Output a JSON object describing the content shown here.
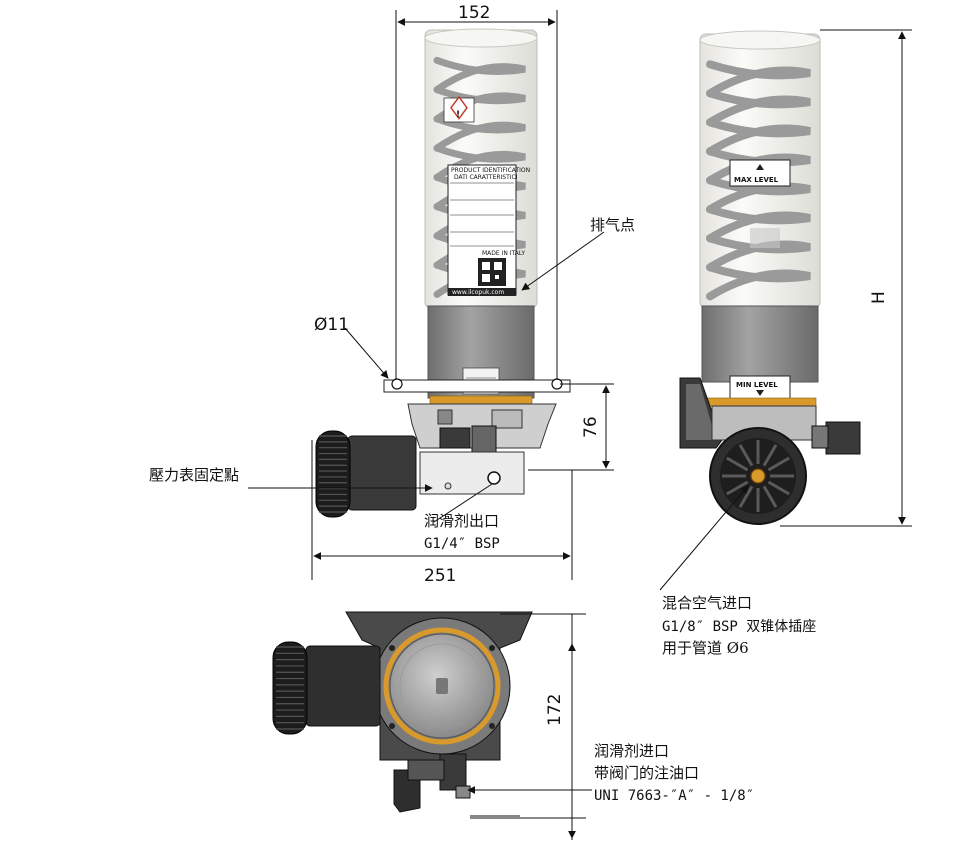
{
  "dimensions": {
    "width_top": "152",
    "bolt_hole": "Ø11",
    "height_base": "76",
    "width_total": "251",
    "height_side": "H",
    "depth_bottom": "172"
  },
  "callouts": {
    "vent_point": "排气点",
    "gauge_mount": "壓力表固定點",
    "lube_outlet": {
      "line1": "润滑剂出口",
      "line2": "G1/4″ BSP"
    },
    "air_inlet": {
      "line1": "混合空气进口",
      "line2": "G1/8″ BSP 双锥体插座",
      "line3": "用于管道 Ø6"
    },
    "lube_inlet": {
      "line1": "润滑剂进口",
      "line2": "带阀门的注油口",
      "line3": "UNI 7663-″A″ - 1/8″"
    }
  },
  "level_labels": {
    "max": "MAX LEVEL",
    "min": "MIN LEVEL"
  },
  "product_label": {
    "title": "PRODUCT IDENTIFICATION",
    "subtitle": "DATI CARATTERISTICI",
    "website": "www.ilcopuk.com",
    "origin": "MADE IN ITALY"
  },
  "colors": {
    "body_grey": "#8a8a8a",
    "dark_grey": "#3a3a3a",
    "spring_grey": "#9a9a9a",
    "reservoir": "#f2f1ec",
    "seal_orange": "#d99a2b",
    "line": "#111111"
  }
}
